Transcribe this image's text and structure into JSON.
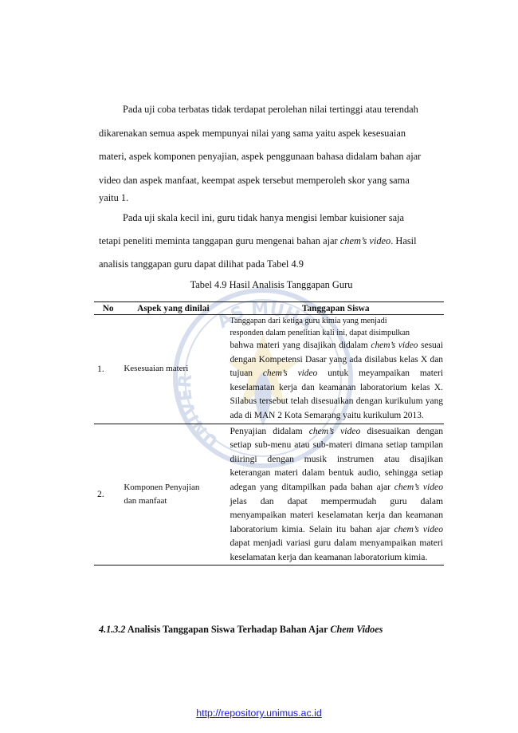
{
  "paragraph1": {
    "lines": [
      "Pada uji coba terbatas tidak terdapat perolehan nilai tertinggi atau terendah",
      "dikarenakan semua aspek mempunyai nilai yang sama yaitu  aspek kesesuaian",
      "materi, aspek komponen penyajian, aspek penggunaan bahasa didalam bahan ajar",
      "video dan aspek manfaat, keempat aspek tersebut memperoleh skor yang sama",
      "yaitu 1."
    ]
  },
  "paragraph2": {
    "line1": "Pada uji skala kecil ini, guru tidak hanya mengisi lembar kuisioner saja",
    "line2_pre": "tetapi peneliti meminta tanggapan guru mengenai bahan ajar ",
    "line2_em": "chem’s video",
    "line2_post": ". Hasil",
    "line3": "analisis tanggapan guru dapat dilihat pada Tabel 4.9"
  },
  "table": {
    "caption": "Tabel 4.9 Hasil Analisis Tanggapan Guru",
    "headers": {
      "no": "No",
      "aspect": "Aspek yang  dinilai",
      "response": "Tanggapan Siswa"
    },
    "row1": {
      "no": "1.",
      "aspect": "Kesesuaian materi",
      "r1": "Tanggapan dari ketiga guru kimia yang menjadi",
      "r2": "responden dalam penelitian kali ini, dapat disimpulkan",
      "r3_pre": "bahwa materi yang disajikan didalam ",
      "r3_em": "chem’s video",
      "r4": "sesuai dengan Kompetensi Dasar yang ada",
      "r5_pre": "disilabus kelas X dan tujuan ",
      "r5_em": "chem’s video",
      "r5_post": " untuk",
      "r6": "meyampaikan materi keselamatan kerja dan keamanan laboratorium kelas X. Silabus tersebut telah disesuaikan dengan kurikulum yang ada di MAN 2 Kota Semarang yaitu kurikulum 2013."
    },
    "row2": {
      "no": "2.",
      "aspect_line1": "Komponen Penyajian",
      "aspect_line2": "dan manfaat",
      "r1_pre": "Penyajian didalam ",
      "r1_em": "chem’s video",
      "r1_post": " disesuaikan dengan setiap sub-menu atau sub-materi dimana setiap tampilan diiringi dengan musik instrumen atau disajikan keterangan materi dalam bentuk audio, sehingga setiap adegan yang ditampilkan pada bahan ajar ",
      "r2_em": "chem’s video",
      "r2_post": " jelas dan dapat mempermudah guru dalam menyampaikan materi keselamatan kerja dan keamanan laboratorium kimia. Selain itu bahan ajar ",
      "r3_em": "chem’s video",
      "r3_post": " dapat menjadi variasi guru dalam menyampaikan materi keselamatan kerja dan keamanan laboratorium kimia."
    }
  },
  "section_heading": {
    "number": "4.1.3.2",
    "text": " Analisis Tanggapan Siswa Terhadap Bahan Ajar ",
    "em": "Chem Vidoes"
  },
  "watermark": {
    "text_top": "AS MUHA",
    "text_left": "UNIVER"
  },
  "footer": {
    "link": "http://repository.unimus.ac.id",
    "color": "#1a1aee"
  }
}
